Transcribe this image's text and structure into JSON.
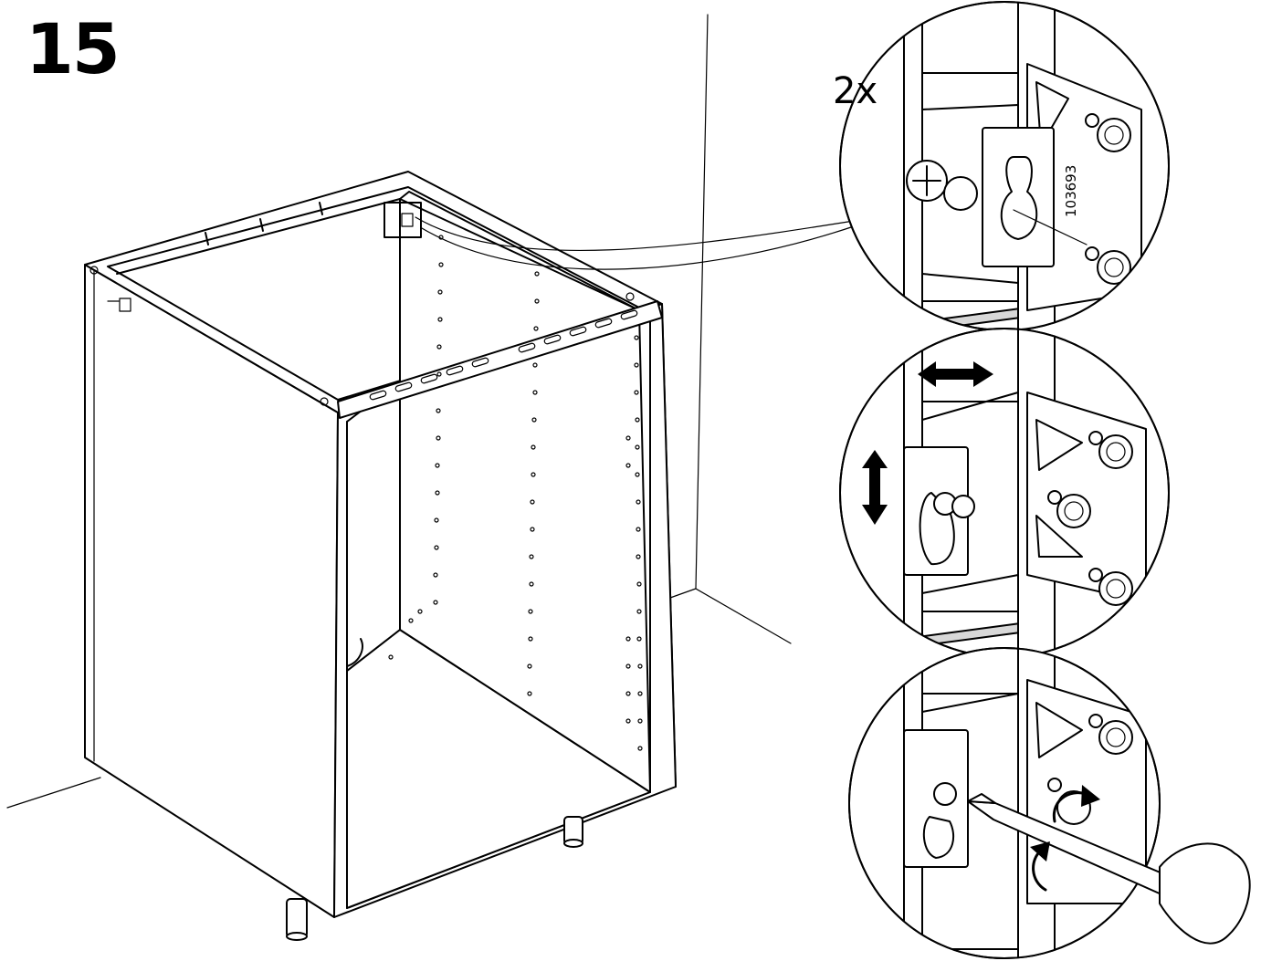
{
  "step": {
    "number": "15"
  },
  "detail": {
    "quantity": "2x",
    "part_number": "103693"
  },
  "icons": {
    "cabinet": "cabinet-frame-illustration",
    "zoom": "zoom-detail-callout",
    "horizontal_adjust": "double-arrow-horizontal-icon",
    "vertical_adjust": "double-arrow-vertical-icon",
    "rotate": "rotate-clockwise-arrow-icon",
    "screwdriver": "screwdriver-icon"
  },
  "colors": {
    "ink": "#000000",
    "paper": "#ffffff",
    "shade": "#d8d8d8"
  }
}
